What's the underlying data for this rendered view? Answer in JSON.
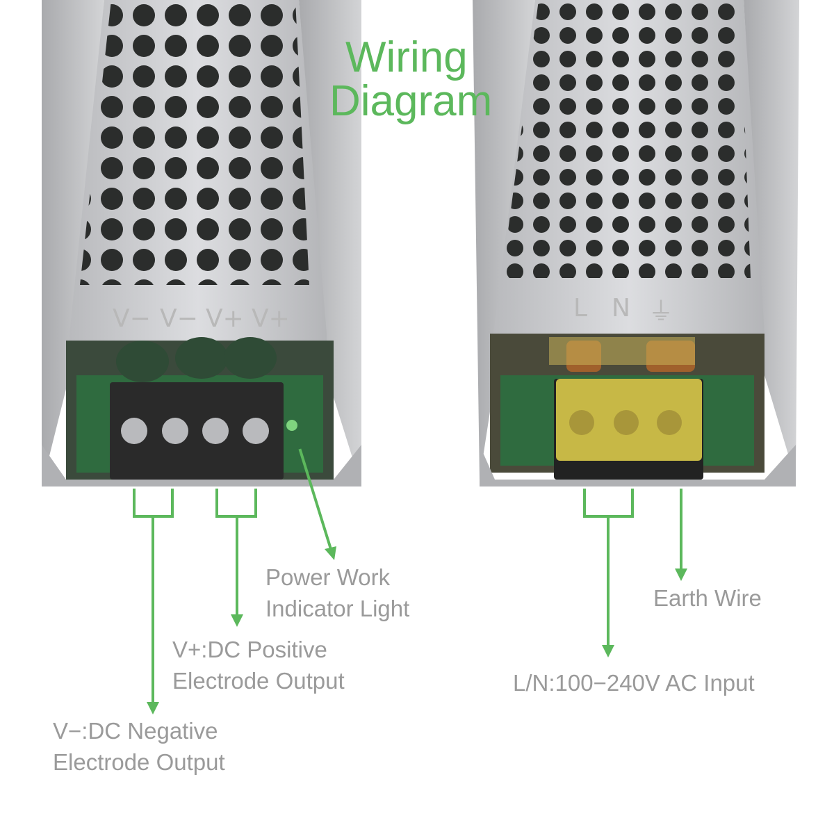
{
  "title": {
    "line1": "Wiring",
    "line2": "Diagram"
  },
  "dc_unit": {
    "terminal_marks": [
      "V−",
      "V−",
      "V+",
      "V+"
    ],
    "labels": {
      "indicator_line1": "Power Work",
      "indicator_line2": "Indicator Light",
      "positive_line1": "V+:DC Positive",
      "positive_line2": "Electrode Output",
      "negative_line1": "V−:DC Negative",
      "negative_line2": "Electrode Output"
    }
  },
  "ac_unit": {
    "terminal_marks": [
      "L",
      "N",
      "⏚"
    ],
    "labels": {
      "earth": "Earth Wire",
      "input": "L/N:100−240V AC Input"
    }
  },
  "colors": {
    "accent": "#5cb85c",
    "label_text": "#9a9a9a",
    "metal": "#c9cacc",
    "terminal_block": "#2a2a2a",
    "ac_cover": "#d9c94a"
  }
}
